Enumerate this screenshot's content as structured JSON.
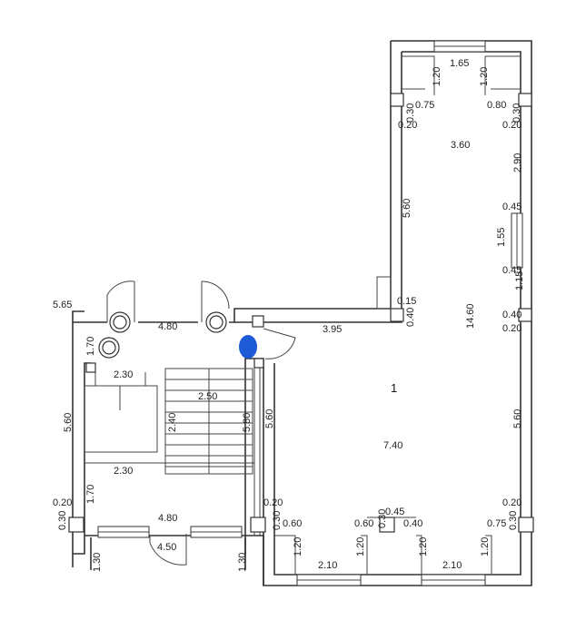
{
  "plan": {
    "room_number": "1",
    "marker_color": "#1d5bd6",
    "labels": {
      "top_165": "1.65",
      "top_120_left": "1.20",
      "top_120_right": "1.20",
      "top_030_left": "0.30",
      "top_075": "0.75",
      "top_080": "0.80",
      "top_030_right": "0.30",
      "top_020_left": "0.20",
      "top_360": "3.60",
      "top_020_right": "0.20",
      "right_290": "2.90",
      "mid_560_left": "5.60",
      "right_045_top": "0.45",
      "right_155": "1.55",
      "right_045_bottom": "0.45",
      "right_115": "1.15",
      "mid_015": "0.15",
      "mid_040_left": "0.40",
      "right_040": "0.40",
      "right_020": "0.20",
      "vert_1460": "14.60",
      "left_565": "5.65",
      "left_480_top": "4.80",
      "mid_395": "3.95",
      "left_170_top": "1.70",
      "left_230_top": "2.30",
      "stair_250": "2.50",
      "stair_240": "2.40",
      "stair_580": "5.80",
      "left_560": "5.60",
      "mid_560_lower": "5.60",
      "right_560_lower": "5.60",
      "mid_740": "7.40",
      "left_230_bottom": "2.30",
      "left_170_bottom": "1.70",
      "left_020": "0.20",
      "left_030": "0.30",
      "left_480_bottom": "4.80",
      "mid_020": "0.20",
      "mid_030": "0.30",
      "bot_060_left": "0.60",
      "bot_045": "0.45",
      "bot_060_mid": "0.60",
      "bot_030": "0.30",
      "bot_040": "0.40",
      "right_020_lower": "0.20",
      "right_075": "0.75",
      "right_030_lower": "0.30",
      "left_450": "4.50",
      "bot_120_a": "1.20",
      "bot_120_b": "1.20",
      "bot_120_c": "1.20",
      "bot_120_d": "1.20",
      "bot_210_left": "2.10",
      "bot_210_right": "2.10",
      "left_130": "1.30",
      "mid_130": "1.30"
    }
  }
}
